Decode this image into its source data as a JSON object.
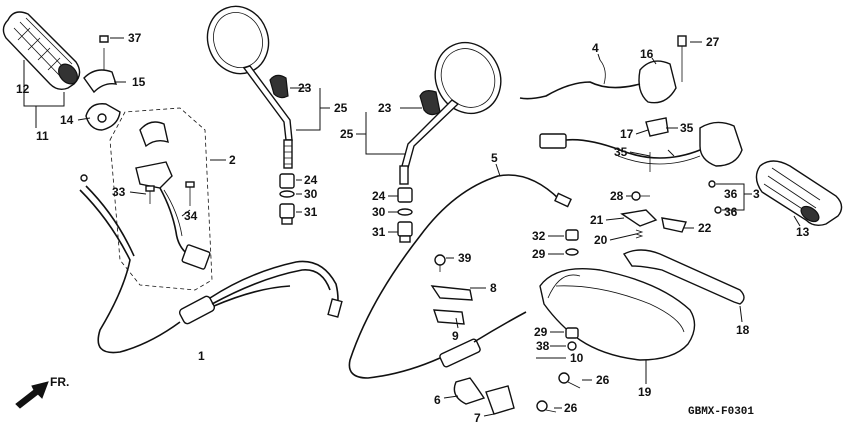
{
  "drawing_code": "GBMX-F0301",
  "direction_label": "FR.",
  "callouts": [
    {
      "id": "c1",
      "label": "1"
    },
    {
      "id": "c2",
      "label": "2"
    },
    {
      "id": "c3",
      "label": "3"
    },
    {
      "id": "c4",
      "label": "4"
    },
    {
      "id": "c5",
      "label": "5"
    },
    {
      "id": "c6",
      "label": "6"
    },
    {
      "id": "c7",
      "label": "7"
    },
    {
      "id": "c8",
      "label": "8"
    },
    {
      "id": "c9",
      "label": "9"
    },
    {
      "id": "c10",
      "label": "10"
    },
    {
      "id": "c11",
      "label": "11"
    },
    {
      "id": "c12",
      "label": "12"
    },
    {
      "id": "c13",
      "label": "13"
    },
    {
      "id": "c14",
      "label": "14"
    },
    {
      "id": "c15",
      "label": "15"
    },
    {
      "id": "c16",
      "label": "16"
    },
    {
      "id": "c17",
      "label": "17"
    },
    {
      "id": "c18",
      "label": "18"
    },
    {
      "id": "c19",
      "label": "19"
    },
    {
      "id": "c20",
      "label": "20"
    },
    {
      "id": "c21",
      "label": "21"
    },
    {
      "id": "c22",
      "label": "22"
    },
    {
      "id": "c23a",
      "label": "23"
    },
    {
      "id": "c23b",
      "label": "23"
    },
    {
      "id": "c24a",
      "label": "24"
    },
    {
      "id": "c24b",
      "label": "24"
    },
    {
      "id": "c25a",
      "label": "25"
    },
    {
      "id": "c25b",
      "label": "25"
    },
    {
      "id": "c26a",
      "label": "26"
    },
    {
      "id": "c26b",
      "label": "26"
    },
    {
      "id": "c27",
      "label": "27"
    },
    {
      "id": "c28",
      "label": "28"
    },
    {
      "id": "c29a",
      "label": "29"
    },
    {
      "id": "c29b",
      "label": "29"
    },
    {
      "id": "c30a",
      "label": "30"
    },
    {
      "id": "c30b",
      "label": "30"
    },
    {
      "id": "c31a",
      "label": "31"
    },
    {
      "id": "c31b",
      "label": "31"
    },
    {
      "id": "c32",
      "label": "32"
    },
    {
      "id": "c33",
      "label": "33"
    },
    {
      "id": "c34",
      "label": "34"
    },
    {
      "id": "c35a",
      "label": "35"
    },
    {
      "id": "c35b",
      "label": "35"
    },
    {
      "id": "c36a",
      "label": "36"
    },
    {
      "id": "c36b",
      "label": "36"
    },
    {
      "id": "c37",
      "label": "37"
    },
    {
      "id": "c38",
      "label": "38"
    },
    {
      "id": "c39",
      "label": "39"
    }
  ]
}
